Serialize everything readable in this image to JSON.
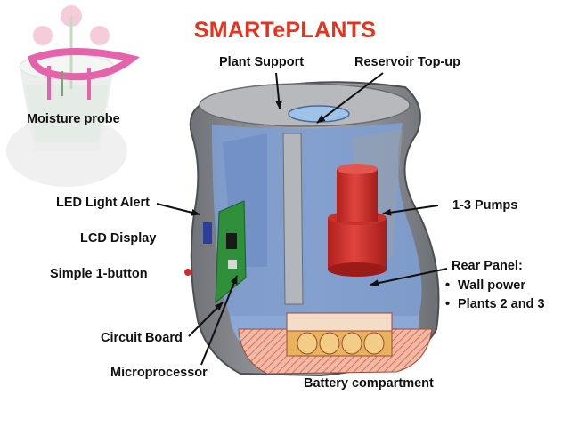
{
  "title": "SMARTePLANTS",
  "labels": {
    "moisture_probe": "Moisture probe",
    "plant_support": "Plant Support",
    "reservoir_topup": "Reservoir Top-up",
    "led_light_alert": "LED Light Alert",
    "lcd_display": "LCD Display",
    "simple_button": "Simple 1-button",
    "circuit_board": "Circuit Board",
    "microprocessor": "Microprocessor",
    "battery_compartment": "Battery compartment",
    "pumps": "1-3 Pumps",
    "rear_panel": "Rear Panel:"
  },
  "rear_panel_items": [
    "Wall power",
    "Plants 2 and 3"
  ],
  "colors": {
    "title": "#e8321e",
    "shell": "#8f9296",
    "interior": "#7f9fd1",
    "pump": "#d2312b",
    "circuit_board": "#2f8f3b",
    "battery": "#e7a088",
    "battery_cells": "#e8b35a",
    "probe": "#e0489d"
  }
}
